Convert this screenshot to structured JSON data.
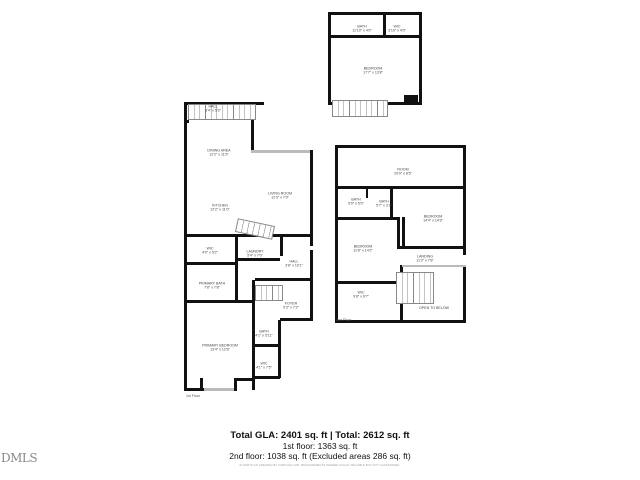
{
  "first_floor": {
    "label": "1st Floor",
    "rooms": [
      {
        "name": "HALL",
        "dims": "3'4\" x 5'3\""
      },
      {
        "name": "DINING AREA",
        "dims": "12'2\" x 11'5\""
      },
      {
        "name": "KITCHEN",
        "dims": "12'2\" x 11'0\""
      },
      {
        "name": "LIVING ROOM",
        "dims": "12'3\" x 7'9\""
      },
      {
        "name": "WIC",
        "dims": "4'0\" x 5'2\""
      },
      {
        "name": "LAUNDRY",
        "dims": "5'4\" x 7'0\""
      },
      {
        "name": "HALL",
        "dims": "3'8\" x 10'1\""
      },
      {
        "name": "PRIMARY BATH",
        "dims": "7'8\" x 7'8\""
      },
      {
        "name": "FOYER",
        "dims": "5'3\" x 7'2\""
      },
      {
        "name": "PRIMARY BEDROOM",
        "dims": "13'4\" x 12'8\""
      },
      {
        "name": "BATH",
        "dims": "4'1\" x 5'11\""
      },
      {
        "name": "WIC",
        "dims": "4'1\" x 7'5\""
      }
    ]
  },
  "upper_room": {
    "rooms": [
      {
        "name": "BATH",
        "dims": "11'10\" x 4'0\""
      },
      {
        "name": "WIC",
        "dims": "3'10\" x 4'0\""
      },
      {
        "name": "BEDROOM",
        "dims": "17'7\" x 13'8\""
      }
    ]
  },
  "second_floor": {
    "label": "2nd Floor",
    "rooms": [
      {
        "name": "ROOM",
        "dims": "20'9\" x 8'5\""
      },
      {
        "name": "BATH",
        "dims": "5'0\" x 5'0\""
      },
      {
        "name": "BATH",
        "dims": "5'7\" x 3'3\""
      },
      {
        "name": "BEDROOM",
        "dims": "14'4\" x 14'9\""
      },
      {
        "name": "BEDROOM",
        "dims": "11'8\" x 14'2\""
      },
      {
        "name": "LANDING",
        "dims": "11'2\" x 7'8\""
      },
      {
        "name": "WIC",
        "dims": "9'8\" x 6'7\""
      },
      {
        "name": "OPEN TO BELOW",
        "dims": ""
      }
    ]
  },
  "totals": {
    "gla": "Total GLA: 2401 sq. ft | Total: 2612 sq. ft",
    "first": "1st floor: 1363 sq. ft",
    "second": "2nd floor: 1038 sq. ft (Excluded areas 286 sq. ft)",
    "disclaimer": "FLOOR PLAN CREATED BY CUBICASA APP. MEASUREMENTS DEEMED HIGHLY RELIABLE BUT NOT GUARANTEED."
  },
  "logo": "DMLS"
}
